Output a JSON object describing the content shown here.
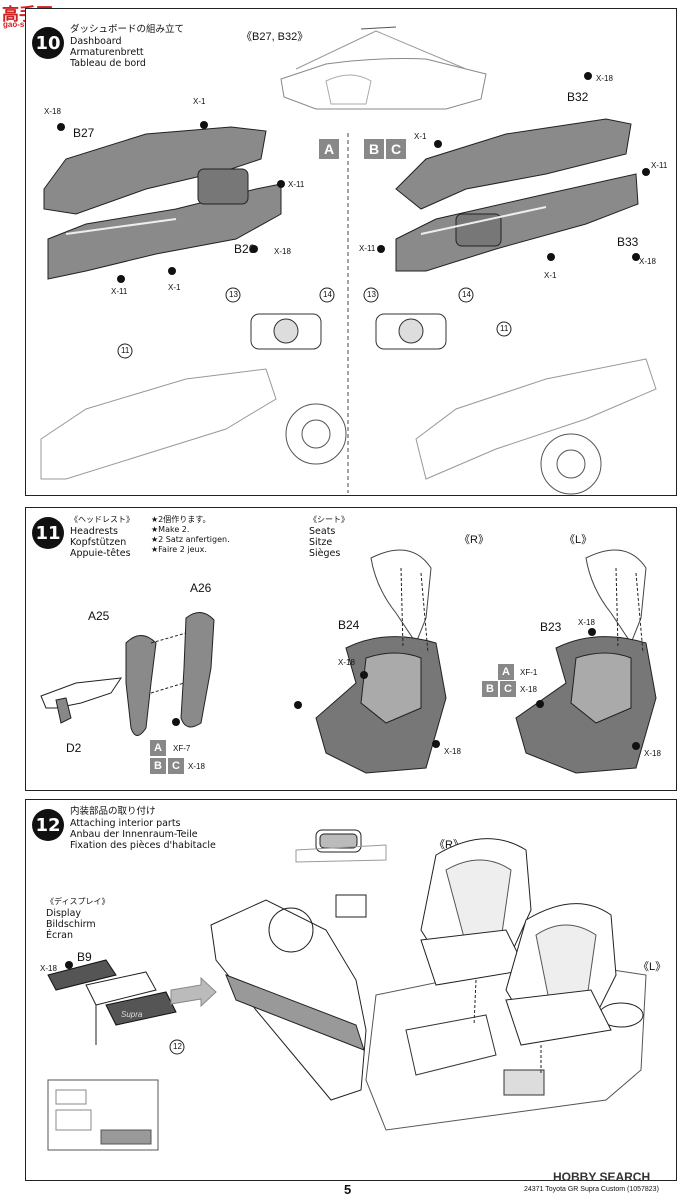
{
  "watermark_top": {
    "chars": "高手网",
    "site": "gao-shou.com"
  },
  "watermark_bottom": "HOBBY SEARCH",
  "footer": {
    "page_number": "5",
    "credit": "24371 Toyota GR Supra Custom (1057823)"
  },
  "step10": {
    "number": "10",
    "title_jp": "ダッシュボードの組み立て",
    "title_en": "Dashboard",
    "title_de": "Armaturenbrett",
    "title_fr": "Tableau de bord",
    "parts_ref": "《B27, B32》",
    "variant_a": "A",
    "variant_b": "B",
    "variant_c": "C",
    "labels": {
      "b27": "B27",
      "b26": "B26",
      "b32": "B32",
      "b33": "B33",
      "c13": "13",
      "c14": "14",
      "c11": "11"
    },
    "screws": {
      "x18": "X-18",
      "x1": "X-1",
      "x11": "X-11"
    }
  },
  "step11": {
    "number": "11",
    "head_jp": "《ヘッドレスト》",
    "head_en": "Headrests",
    "head_de": "Kopfstützen",
    "head_fr": "Appuie-têtes",
    "note_jp": "★2個作ります。",
    "note_en": "★Make 2.",
    "note_de": "★2 Satz anfertigen.",
    "note_fr": "★Faire 2 jeux.",
    "seat_jp": "《シート》",
    "seat_en": "Seats",
    "seat_de": "Sitze",
    "seat_fr": "Sièges",
    "right": "《R》",
    "left": "《L》",
    "labels": {
      "a25": "A25",
      "a26": "A26",
      "d2": "D2",
      "b24": "B24",
      "b23": "B23"
    },
    "screws": {
      "xf7": "XF-7",
      "xf1": "XF-1",
      "x18": "X-18"
    }
  },
  "step12": {
    "number": "12",
    "title_jp": "内装部品の取り付け",
    "title_en": "Attaching interior parts",
    "title_de": "Anbau der Innenraum-Teile",
    "title_fr": "Fixation des pièces d'habitacle",
    "disp_jp": "《ディスプレイ》",
    "disp_en": "Display",
    "disp_de": "Bildschirm",
    "disp_fr": "Écran",
    "right": "《R》",
    "left": "《L》",
    "labels": {
      "b9": "B9",
      "x18": "X-18",
      "c12": "12"
    },
    "decal_text": "Supra"
  }
}
